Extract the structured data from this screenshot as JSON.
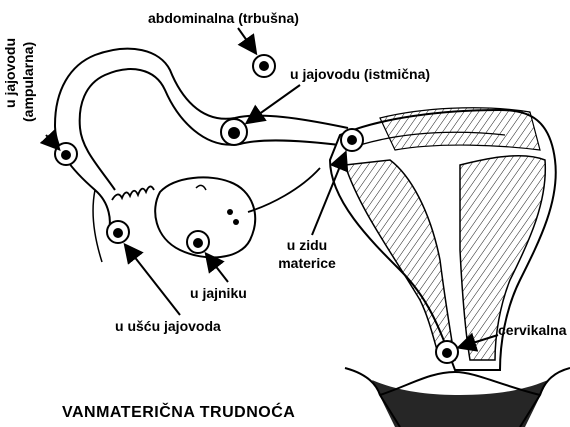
{
  "title": "VANMATERIČNA TRUDNOĆA",
  "labels": {
    "abdominal": "abdominalna (trbušna)",
    "isthmic": "u jajovodu (istmična)",
    "ampullar_line1": "u jajovodu",
    "ampullar_line2": "(ampularna)",
    "uterine_wall_line1": "u zidu",
    "uterine_wall_line2": "materice",
    "ovary": "u jajniku",
    "tube_opening": "u ušću jajovoda",
    "cervical": "cervikalna"
  }
}
